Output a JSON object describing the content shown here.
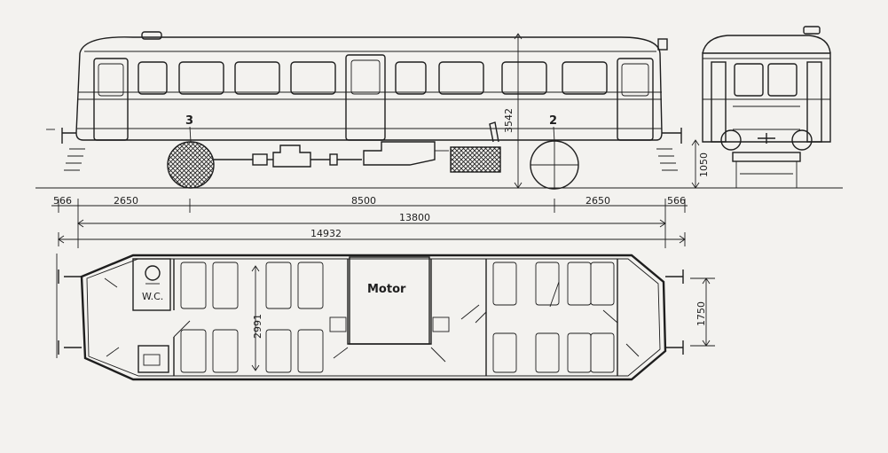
{
  "labels": {
    "callout_3": "3",
    "callout_2": "2",
    "motor": "Motor",
    "wc": "W.C."
  },
  "dimensions": {
    "overhang_left": "566",
    "overhang_right": "566",
    "bogie_left": "2650",
    "bogie_center": "8500",
    "bogie_right": "2650",
    "length_body": "13800",
    "length_total": "14932",
    "height": "3542",
    "floor_height": "1050",
    "aisle_height": "2991",
    "width_right": "1750"
  }
}
